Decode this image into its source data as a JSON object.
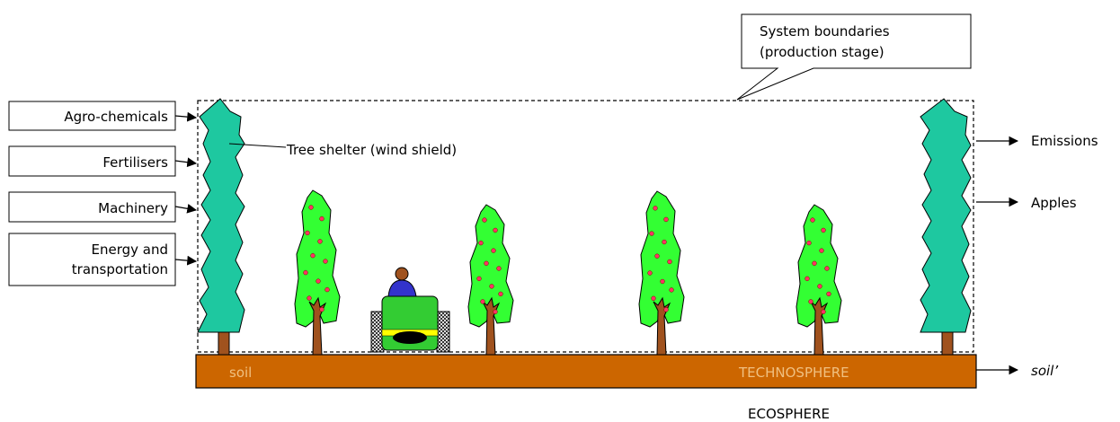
{
  "callout": {
    "line1": "System boundaries",
    "line2": "(production stage)"
  },
  "inputs": {
    "agro_chemicals": "Agro-chemicals",
    "fertilisers": "Fertilisers",
    "machinery": "Machinery",
    "energy_line1": "Energy and",
    "energy_line2": "transportation"
  },
  "outputs": {
    "emissions": "Emissions",
    "apples": "Apples",
    "soil_out": "soil’"
  },
  "labels": {
    "tree_shelter": "Tree shelter (wind shield)",
    "soil": "soil",
    "technosphere": "TECHNOSPHERE",
    "ecosphere": "ECOSPHERE"
  },
  "colors": {
    "shelter_tree": "#1ec8a0",
    "apple_tree": "#33ff33",
    "trunk": "#a0521e",
    "soil": "#cc6600",
    "soil_text": "#f0c080",
    "tractor": "#33cc33",
    "tractor_stripe": "#ffff00",
    "driver": "#3333cc",
    "apple": "#ff3366"
  }
}
